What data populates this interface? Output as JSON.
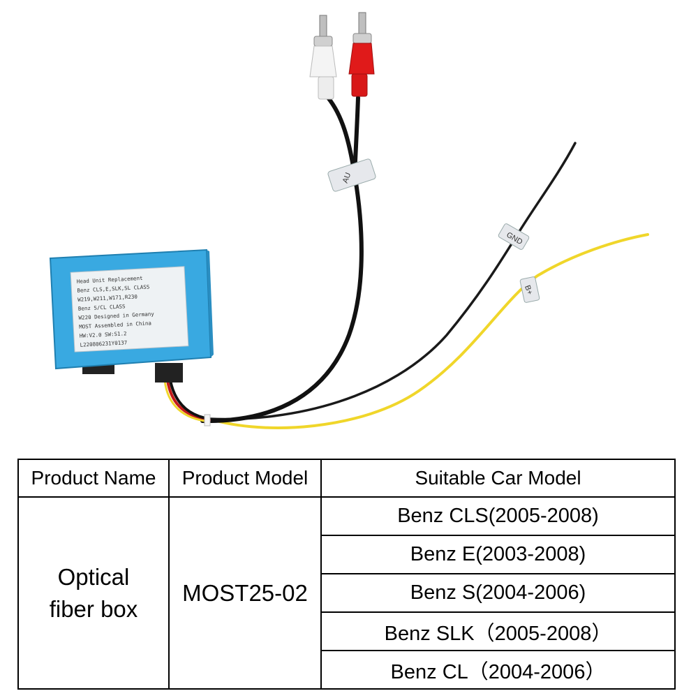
{
  "product_photo": {
    "label_lines": [
      "Head Unit Replacement",
      "Benz CLS,E,SLK,SL CLASS",
      "W219,W211,W171,R230",
      "Benz S/CL CLASS",
      "W220  Designed in Germany",
      "MOST  Assembled in China",
      "HW:V2.0      SW:S1.2",
      "L220806231Y0137"
    ],
    "wire_tags": {
      "audio": "AU",
      "ground": "GND",
      "power": "B+"
    },
    "colors": {
      "box": "#39a9e1",
      "rca_red": "#e01a1a",
      "rca_white": "#f2f2f2",
      "wire_yellow": "#f0d62a",
      "wire_black": "#111111"
    }
  },
  "table": {
    "headers": [
      "Product Name",
      "Product Model",
      "Suitable Car Model"
    ],
    "product_name_line1": "Optical",
    "product_name_line2": "fiber box",
    "product_model": "MOST25-02",
    "car_models": [
      "Benz CLS(2005-2008)",
      "Benz E(2003-2008)",
      "Benz S(2004-2006)",
      "Benz SLK（2005-2008）",
      "Benz CL（2004-2006）"
    ]
  }
}
